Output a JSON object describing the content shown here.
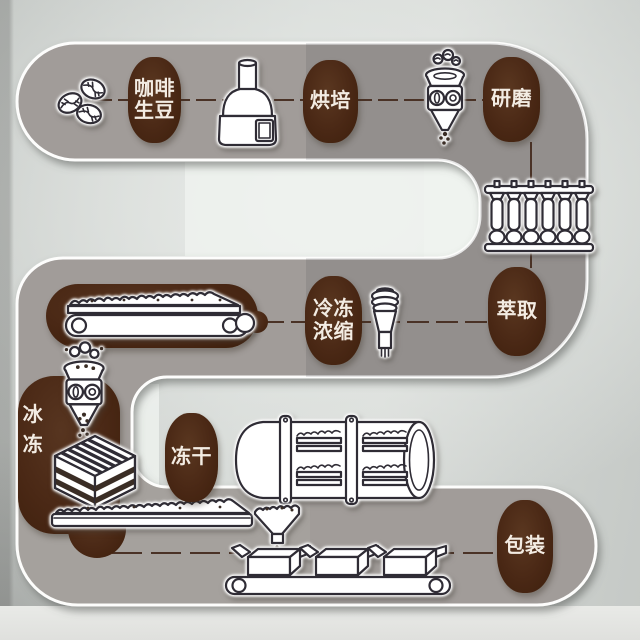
{
  "diagram": {
    "type": "process-flow",
    "subject": "coffee freeze-dry production line",
    "steps": [
      {
        "id": "green-beans",
        "line1": "咖啡",
        "line2": "生豆"
      },
      {
        "id": "roasting",
        "line1": "烘培",
        "line2": ""
      },
      {
        "id": "grinding",
        "line1": "研磨",
        "line2": ""
      },
      {
        "id": "extraction",
        "line1": "萃取",
        "line2": ""
      },
      {
        "id": "freeze-concentration",
        "line1": "冷冻",
        "line2": "浓缩"
      },
      {
        "id": "freezing",
        "line1": "冰",
        "line2": "冻"
      },
      {
        "id": "freeze-drying",
        "line1": "冻干",
        "line2": ""
      },
      {
        "id": "packaging",
        "line1": "包装",
        "line2": ""
      }
    ],
    "icons": [
      "coffee-beans-icon",
      "roaster-machine-icon",
      "grinder-icon",
      "extraction-columns-icon",
      "evaporator-icon",
      "conveyor-belt-icon",
      "mill-icon",
      "frozen-tray-stack-icon",
      "long-tray-icon",
      "freeze-dryer-drum-icon",
      "filling-funnel-icon",
      "packing-boxes-conveyor-icon"
    ],
    "colors": {
      "label_brown": "#4a2815",
      "label_text": "#f3ece3",
      "path_gray": "#a19c99",
      "path_gray_dark": "#928d8b",
      "path_border": "#fdfdfc",
      "connector_line": "#4a3226",
      "icon_outline": "#2f2c35",
      "background_light": "#d9dcd9"
    }
  }
}
